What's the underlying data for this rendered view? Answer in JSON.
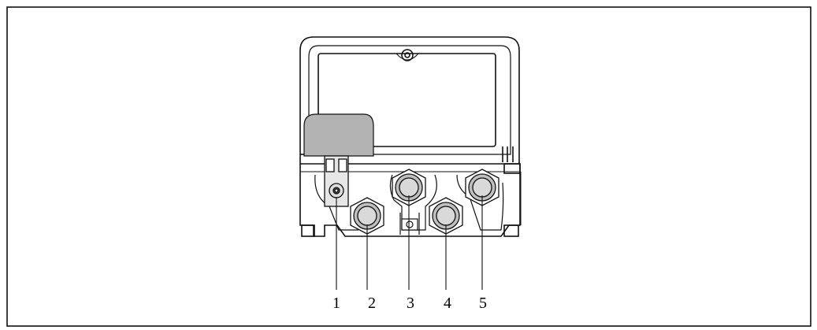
{
  "callouts": [
    {
      "label": "1"
    },
    {
      "label": "2"
    },
    {
      "label": "3"
    },
    {
      "label": "4"
    },
    {
      "label": "5"
    }
  ],
  "colors": {
    "line": "#111111",
    "gland_fill": "#d9d9d9",
    "gland_ring": "#bfbfbf",
    "connector_fill": "#b3b3b3",
    "frame": "#000000"
  }
}
